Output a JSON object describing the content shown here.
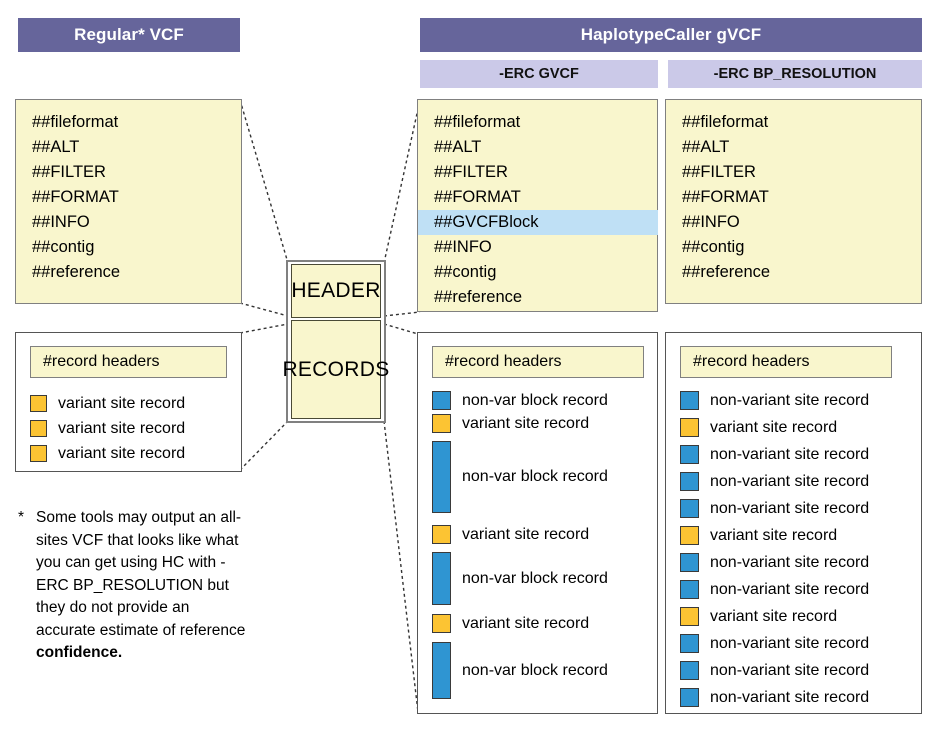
{
  "columns": {
    "left": {
      "title": "Regular* VCF",
      "header_lines": [
        "##fileformat",
        "##ALT",
        "##FILTER",
        "##FORMAT",
        "##INFO",
        "##contig",
        "##reference"
      ],
      "records_header": "#record headers",
      "records": [
        {
          "type": "variant",
          "label": "variant site record"
        },
        {
          "type": "variant",
          "label": "variant site record"
        },
        {
          "type": "variant",
          "label": "variant site record"
        }
      ]
    },
    "right_group": {
      "title": "HaplotypeCaller gVCF",
      "sub_left": "-ERC GVCF",
      "sub_right": "-ERC BP_RESOLUTION"
    },
    "gvcf": {
      "header_lines": [
        "##fileformat",
        "##ALT",
        "##FILTER",
        "##FORMAT",
        "##GVCFBlock",
        "##INFO",
        "##contig",
        "##reference"
      ],
      "highlighted_line": "##GVCFBlock",
      "records_header": "#record headers",
      "records": [
        {
          "type": "nonvar",
          "label": "non-var block record",
          "tall": false
        },
        {
          "type": "variant",
          "label": "variant site record",
          "tall": false
        },
        {
          "type": "nonvar",
          "label": "non-var block record",
          "tall": true
        },
        {
          "type": "variant",
          "label": "variant site record",
          "tall": false
        },
        {
          "type": "nonvar",
          "label": "non-var block record",
          "tall": true
        },
        {
          "type": "variant",
          "label": "variant site record",
          "tall": false
        },
        {
          "type": "nonvar",
          "label": "non-var block record",
          "tall": true
        }
      ]
    },
    "bpres": {
      "header_lines": [
        "##fileformat",
        "##ALT",
        "##FILTER",
        "##FORMAT",
        "##INFO",
        "##contig",
        "##reference"
      ],
      "records_header": "#record headers",
      "records": [
        {
          "type": "nonvar",
          "label": "non-variant site record"
        },
        {
          "type": "variant",
          "label": "variant site record"
        },
        {
          "type": "nonvar",
          "label": "non-variant site record"
        },
        {
          "type": "nonvar",
          "label": "non-variant site record"
        },
        {
          "type": "nonvar",
          "label": "non-variant site record"
        },
        {
          "type": "variant",
          "label": "variant site record"
        },
        {
          "type": "nonvar",
          "label": "non-variant site record"
        },
        {
          "type": "nonvar",
          "label": "non-variant site record"
        },
        {
          "type": "variant",
          "label": "variant site record"
        },
        {
          "type": "nonvar",
          "label": "non-variant site record"
        },
        {
          "type": "nonvar",
          "label": "non-variant site record"
        },
        {
          "type": "nonvar",
          "label": "non-variant site record"
        }
      ]
    }
  },
  "center": {
    "header_label": "HEADER",
    "records_label": "RECORDS"
  },
  "footnote": {
    "marker": "*",
    "text_plain": "Some tools may output an all-sites VCF that looks like what you can get using HC with -ERC BP_RESOLUTION but they do not provide an accurate estimate of reference ",
    "text_bold": "confidence."
  },
  "colors": {
    "header_purple": "#66659b",
    "subheader_purple": "#cbc9e8",
    "panel_yellow": "#f9f6cd",
    "highlight_blue": "#bfe0f5",
    "swatch_blue": "#2f95d2",
    "swatch_orange": "#fcc433",
    "border_gray": "#808080"
  }
}
